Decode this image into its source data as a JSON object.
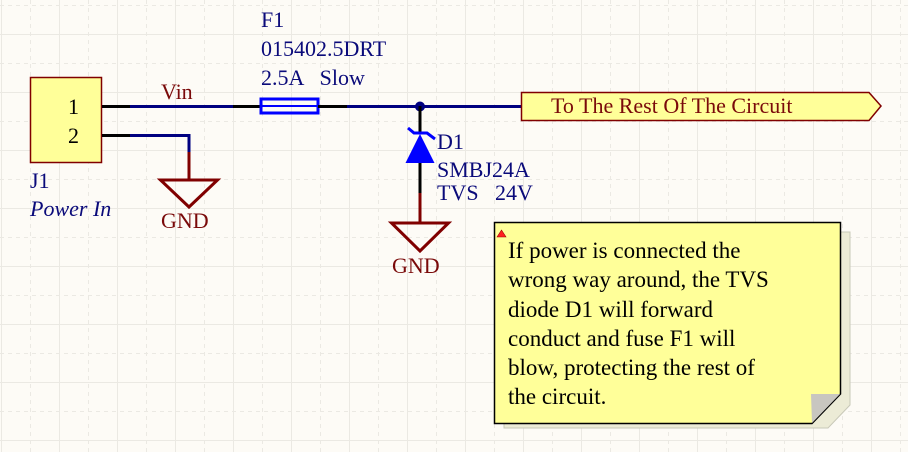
{
  "connector": {
    "designator": "J1",
    "comment": "Power In",
    "pins": [
      "1",
      "2"
    ]
  },
  "nets": {
    "vin_label": "Vin",
    "gnd_labels": [
      "GND",
      "GND"
    ]
  },
  "fuse": {
    "designator": "F1",
    "part_number": "015402.5DRT",
    "rating": "2.5A   Slow"
  },
  "diode": {
    "designator": "D1",
    "part_number": "SMBJ24A",
    "description": "TVS   24V"
  },
  "port": {
    "label": "To The Rest Of The Circuit"
  },
  "note": {
    "lines": [
      "If power is connected the",
      "wrong way around, the TVS",
      "diode D1 will forward",
      "conduct and fuse F1 will",
      "blow, protecting the rest of",
      "the circuit."
    ]
  },
  "colors": {
    "wire": "#000080",
    "pin": "#000000",
    "component_fill": "#ffff99",
    "component_border": "#800000",
    "designator_text": "#0a0a7a",
    "power_symbol": "#800000",
    "fuse_body": "#0000ff",
    "diode_body": "#0000ff",
    "background": "#fdfbf6"
  }
}
